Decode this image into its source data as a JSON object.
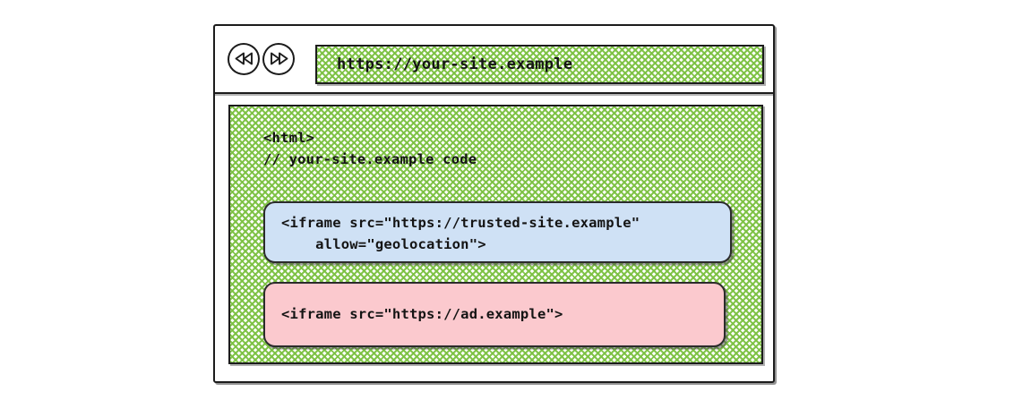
{
  "browser": {
    "toolbar": {
      "back_button": {
        "label": "Back",
        "icon": "rewind-double-triangle-left-icon"
      },
      "forward_button": {
        "label": "Forward",
        "icon": "fast-forward-double-triangle-right-icon"
      },
      "address_bar": {
        "value": "https://your-site.example",
        "placeholder": "https://your-site.example"
      }
    },
    "page": {
      "code_lines": [
        "<html>",
        "// your-site.example code"
      ],
      "iframes": [
        {
          "name": "trusted-site-iframe",
          "color": "#cfe1f5",
          "code": "<iframe src=\"https://trusted-site.example\"\n    allow=\"geolocation\">"
        },
        {
          "name": "ad-iframe",
          "color": "#fbc9ce",
          "code": "<iframe src=\"https://ad.example\">"
        }
      ]
    }
  },
  "colors": {
    "page_hatch_green": "#7cc142",
    "trusted_iframe_blue": "#cfe1f5",
    "ad_iframe_pink": "#fbc9ce",
    "ink": "#1c1c1c",
    "canvas": "#ffffff"
  }
}
